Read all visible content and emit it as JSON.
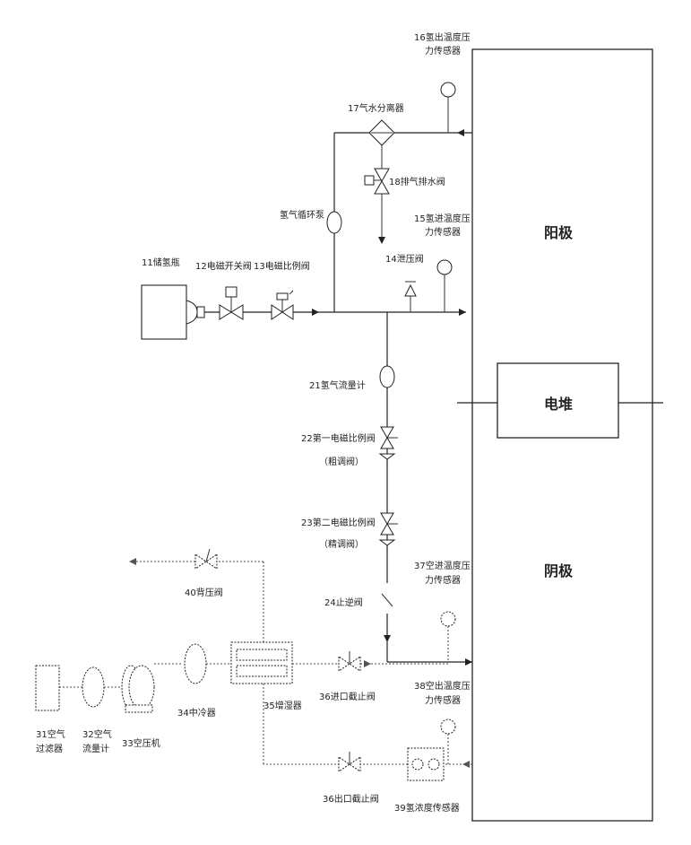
{
  "stack": {
    "anode": "阳极",
    "stack": "电堆",
    "cathode": "阴极"
  },
  "hydrogen": {
    "tank": "11储氢瓶",
    "switch_valve": "12电磁开关阀",
    "proportional_valve": "13电磁比例阀",
    "pressure_relief": "14泄压阀",
    "inlet_sensor_l1": "15氢进温度压",
    "inlet_sensor_l2": "力传感器",
    "outlet_sensor_l1": "16氢出温度压",
    "outlet_sensor_l2": "力传感器",
    "separator": "17气水分离器",
    "drain_valve": "18排气排水阀",
    "recirc_pump": "氢气循环泵"
  },
  "branch": {
    "flow_meter": "21氢气流量计",
    "prop_valve_1_l1": "22第一电磁比例阀",
    "prop_valve_1_l2": "（粗调阀）",
    "prop_valve_2_l1": "23第二电磁比例阀",
    "prop_valve_2_l2": "（精调阀）",
    "check_valve": "24止逆阀"
  },
  "air": {
    "filter_l1": "31空气",
    "filter_l2": "过滤器",
    "flow_meter_l1": "32空气",
    "flow_meter_l2": "流量计",
    "compressor": "33空压机",
    "intercooler": "34中冷器",
    "humidifier": "35增湿器",
    "inlet_valve": "36进口截止阀",
    "inlet_sensor_l1": "37空进温度压",
    "inlet_sensor_l2": "力传感器",
    "outlet_sensor_l1": "38空出温度压",
    "outlet_sensor_l2": "力传感器",
    "h2_concentration": "39氢浓度传感器",
    "back_pressure_valve": "40背压阀",
    "outlet_valve": "36出口截止阀"
  }
}
